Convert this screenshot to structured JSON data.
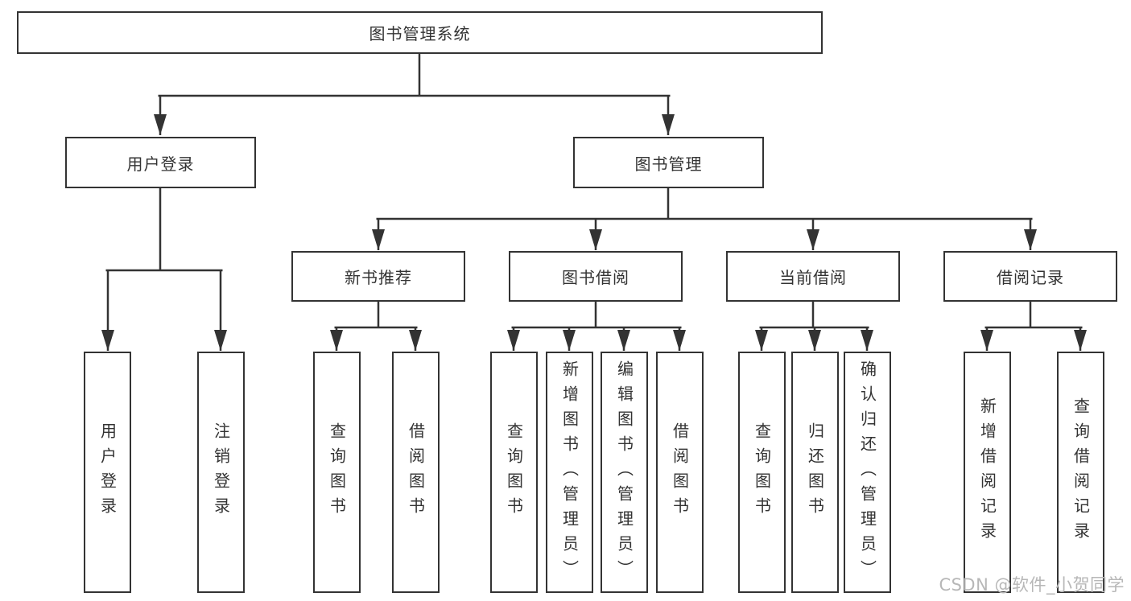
{
  "tree": {
    "label": "图书管理系统",
    "children": [
      {
        "label": "用户登录",
        "children": [
          {
            "label": "用户登录"
          },
          {
            "label": "注销登录"
          }
        ]
      },
      {
        "label": "图书管理",
        "children": [
          {
            "label": "新书推荐",
            "children": [
              {
                "label": "查询图书"
              },
              {
                "label": "借阅图书"
              }
            ]
          },
          {
            "label": "图书借阅",
            "children": [
              {
                "label": "查询图书"
              },
              {
                "label": "新增图书（管理员）"
              },
              {
                "label": "编辑图书（管理员）"
              },
              {
                "label": "借阅图书"
              }
            ]
          },
          {
            "label": "当前借阅",
            "children": [
              {
                "label": "查询图书"
              },
              {
                "label": "归还图书"
              },
              {
                "label": "确认归还（管理员）"
              }
            ]
          },
          {
            "label": "借阅记录",
            "children": [
              {
                "label": "新增借阅记录"
              },
              {
                "label": "查询借阅记录"
              }
            ]
          }
        ]
      }
    ]
  },
  "watermark": {
    "text": "CSDN @软件_小贺同学"
  },
  "colors": {
    "line": "#333333",
    "text": "#333333",
    "box_fill": "#ffffff",
    "background": "#ffffff",
    "watermark": "#b7b7b7"
  }
}
